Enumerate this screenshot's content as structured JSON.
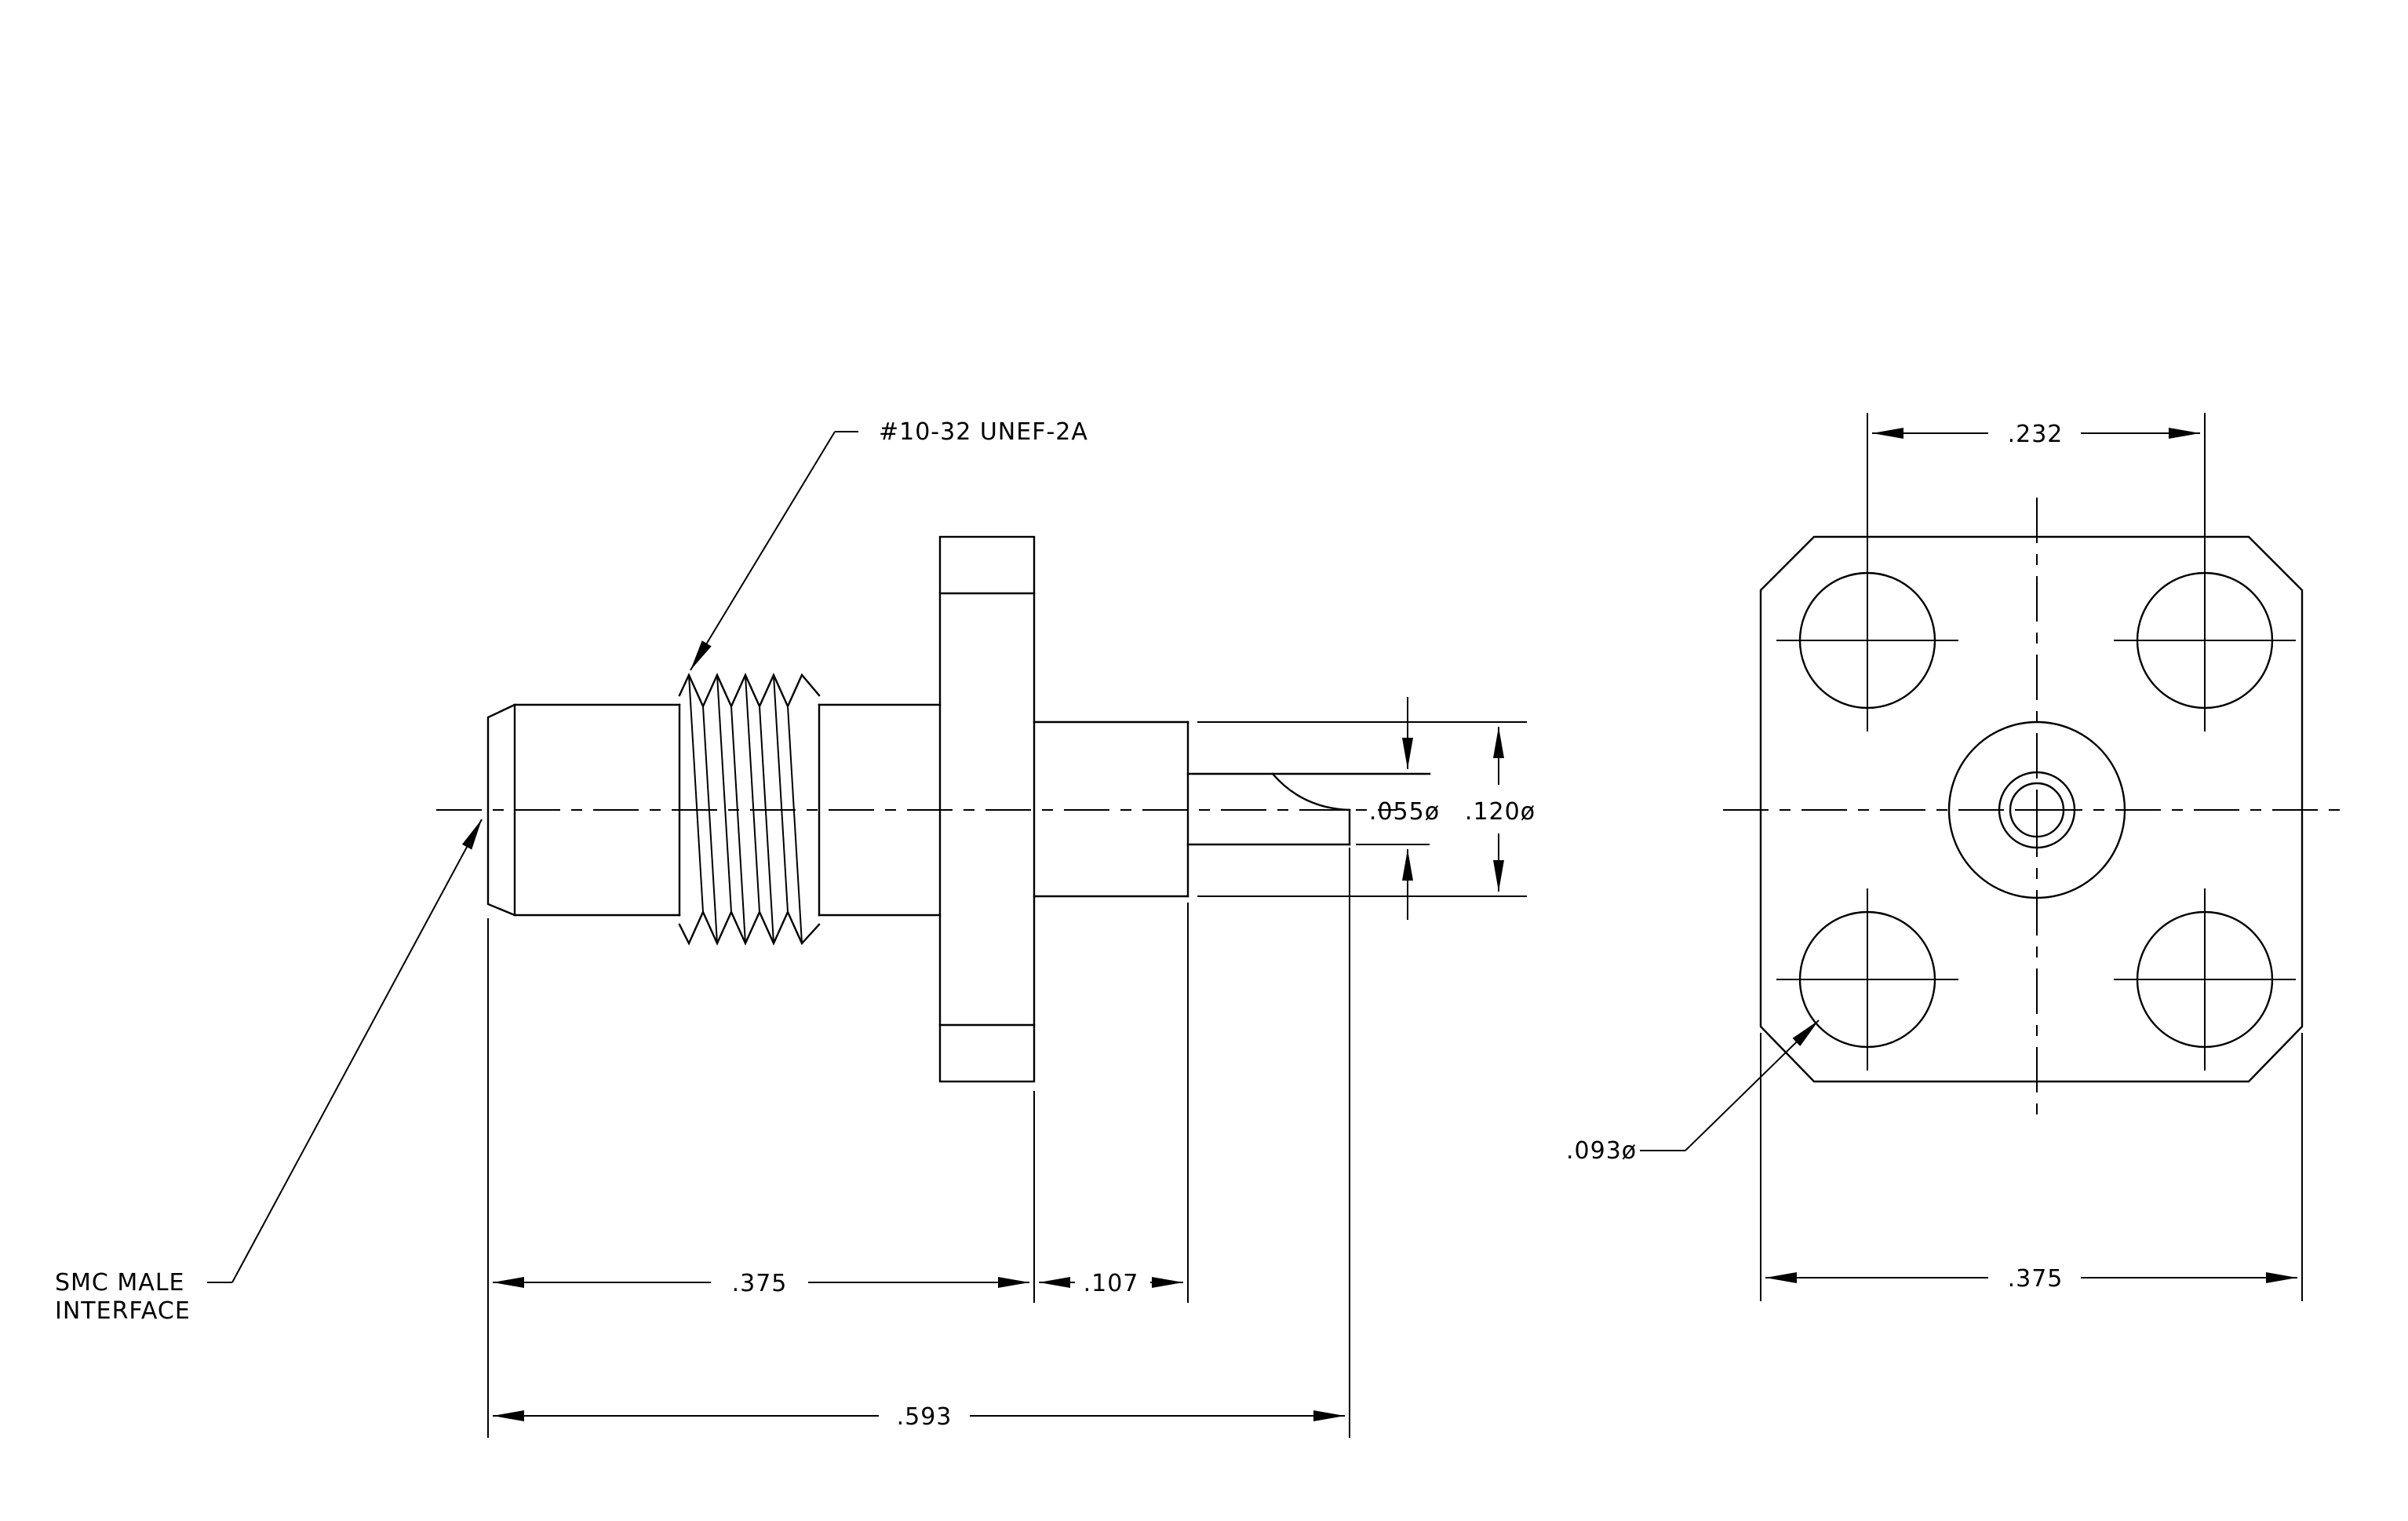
{
  "colors": {
    "line": "#000000",
    "background": "#ffffff"
  },
  "side_view": {
    "thread_callout": "#10-32 UNEF-2A",
    "interface_callout": [
      "SMC MALE",
      "INTERFACE"
    ],
    "dimensions": {
      "interface_to_flange": ".375",
      "flange_to_shoulder": ".107",
      "overall_length": ".593",
      "pin_diameter": ".055ø",
      "body_diameter": ".120ø"
    }
  },
  "end_view": {
    "dimensions": {
      "hole_spacing": ".232",
      "flange_width": ".375",
      "hole_diameter": ".093ø"
    }
  }
}
